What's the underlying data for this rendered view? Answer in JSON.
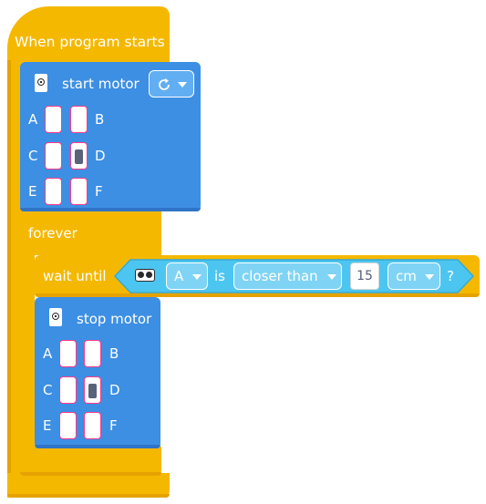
{
  "hat": {
    "label": "When program starts"
  },
  "start_motor": {
    "label": "start motor",
    "icon": "motor-icon",
    "direction_icon": "clockwise-icon",
    "ports": [
      [
        "A",
        "B"
      ],
      [
        "C",
        "D"
      ],
      [
        "E",
        "F"
      ]
    ],
    "selected_port": "D"
  },
  "forever": {
    "label": "forever"
  },
  "wait_until": {
    "label": "wait until",
    "sensor_icon": "distance-sensor-icon",
    "port": "A",
    "is_label": "is",
    "comparison": "closer than",
    "value": "15",
    "unit": "cm",
    "question": "?"
  },
  "stop_motor": {
    "label": "stop motor",
    "icon": "motor-icon",
    "ports": [
      [
        "A",
        "B"
      ],
      [
        "C",
        "D"
      ],
      [
        "E",
        "F"
      ]
    ],
    "selected_port": "D"
  },
  "colors": {
    "events_yellow": "#f5b800",
    "motor_blue": "#3d8fe3",
    "sensor_cyan": "#4cc6f0",
    "port_border": "#ff3b8a"
  }
}
